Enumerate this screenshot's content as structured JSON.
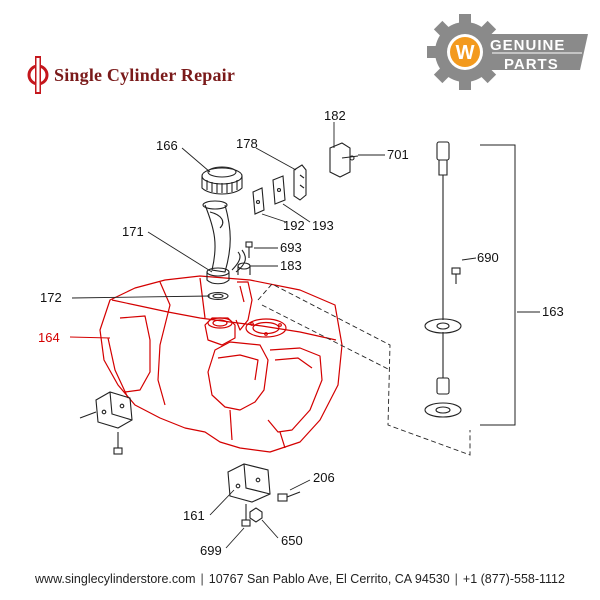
{
  "brand": {
    "name": "Single Cylinder Repair"
  },
  "badge": {
    "line1": "GENUINE",
    "line2": "PARTS",
    "icon": "gear-w-icon"
  },
  "parts": [
    {
      "id": "166",
      "label": "166"
    },
    {
      "id": "178",
      "label": "178"
    },
    {
      "id": "182",
      "label": "182"
    },
    {
      "id": "701",
      "label": "701"
    },
    {
      "id": "192",
      "label": "192"
    },
    {
      "id": "193",
      "label": "193"
    },
    {
      "id": "171",
      "label": "171"
    },
    {
      "id": "693",
      "label": "693"
    },
    {
      "id": "183",
      "label": "183"
    },
    {
      "id": "690",
      "label": "690"
    },
    {
      "id": "172",
      "label": "172"
    },
    {
      "id": "163",
      "label": "163"
    },
    {
      "id": "164",
      "label": "164",
      "highlighted": true
    },
    {
      "id": "206",
      "label": "206"
    },
    {
      "id": "161",
      "label": "161"
    },
    {
      "id": "650",
      "label": "650"
    },
    {
      "id": "699",
      "label": "699"
    }
  ],
  "colors": {
    "highlight": "#d40000",
    "brand": "#7a1a1a",
    "badge_gray": "#8a8a8a",
    "badge_orange": "#f39a1e"
  },
  "footer": {
    "website": "www.singlecylinderstore.com",
    "address": "10767 San Pablo Ave, El Cerrito, CA 94530",
    "phone": "+1 (877)-558-1112"
  }
}
